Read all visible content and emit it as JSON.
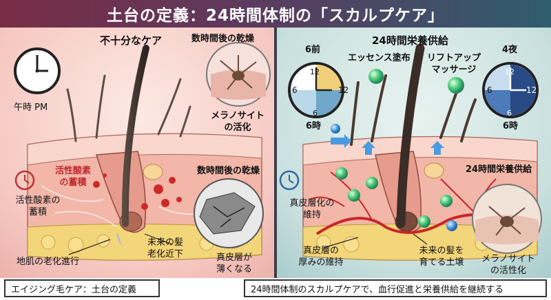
{
  "title": "土台の定義：24時間体制の「スカルプケア」",
  "left": {
    "header": "不十分なケア",
    "clock_caption": "午時 PM",
    "inset_top_caption": "数時間後の乾燥",
    "melanocyte_label": [
      "メラノサイト",
      "の活化"
    ],
    "red_label": [
      "活性酸素",
      "の蓄積"
    ],
    "inset_bottom_caption": "数時間後の乾燥",
    "ros_label": [
      "活性酸素の",
      "蓄積"
    ],
    "scalp_aging": "地肌の老化進行",
    "future_hair": [
      "未来の髪",
      "老化近下"
    ],
    "dermis_thin": [
      "真皮層が",
      "薄くなる"
    ]
  },
  "right": {
    "header": "24時間栄養供給",
    "clock1": {
      "top": "6前",
      "bottom": "6時",
      "n12": "12",
      "n6": "6"
    },
    "clock2": {
      "top": "4夜",
      "bottom": "6時",
      "n12": "12",
      "n6": "6"
    },
    "essence": "エッセンス塗布",
    "lift": [
      "リフトアップ",
      "マッサージ"
    ],
    "dermis_keep": [
      "真皮層化の",
      "維持"
    ],
    "nutrition_label": "24時間栄養供給",
    "thick_keep": [
      "真皮層の",
      "厚みの維持"
    ],
    "future_soil": [
      "未来の髪を",
      "育てる土壌"
    ],
    "melanocyte_active": [
      "メラノサイト",
      "の活性化"
    ]
  },
  "footer": {
    "left": "エイジング毛ケア：土台の定義",
    "right": "24時間体制のスカルプケアで、血行促進と栄養供給を継続する"
  },
  "colors": {
    "left_bg": "#f6c9c2",
    "right_bg": "#c8e0de",
    "accent_red": "#c0282c",
    "title_grad_start": "#7a2d46",
    "title_grad_end": "#2f5d6e"
  }
}
